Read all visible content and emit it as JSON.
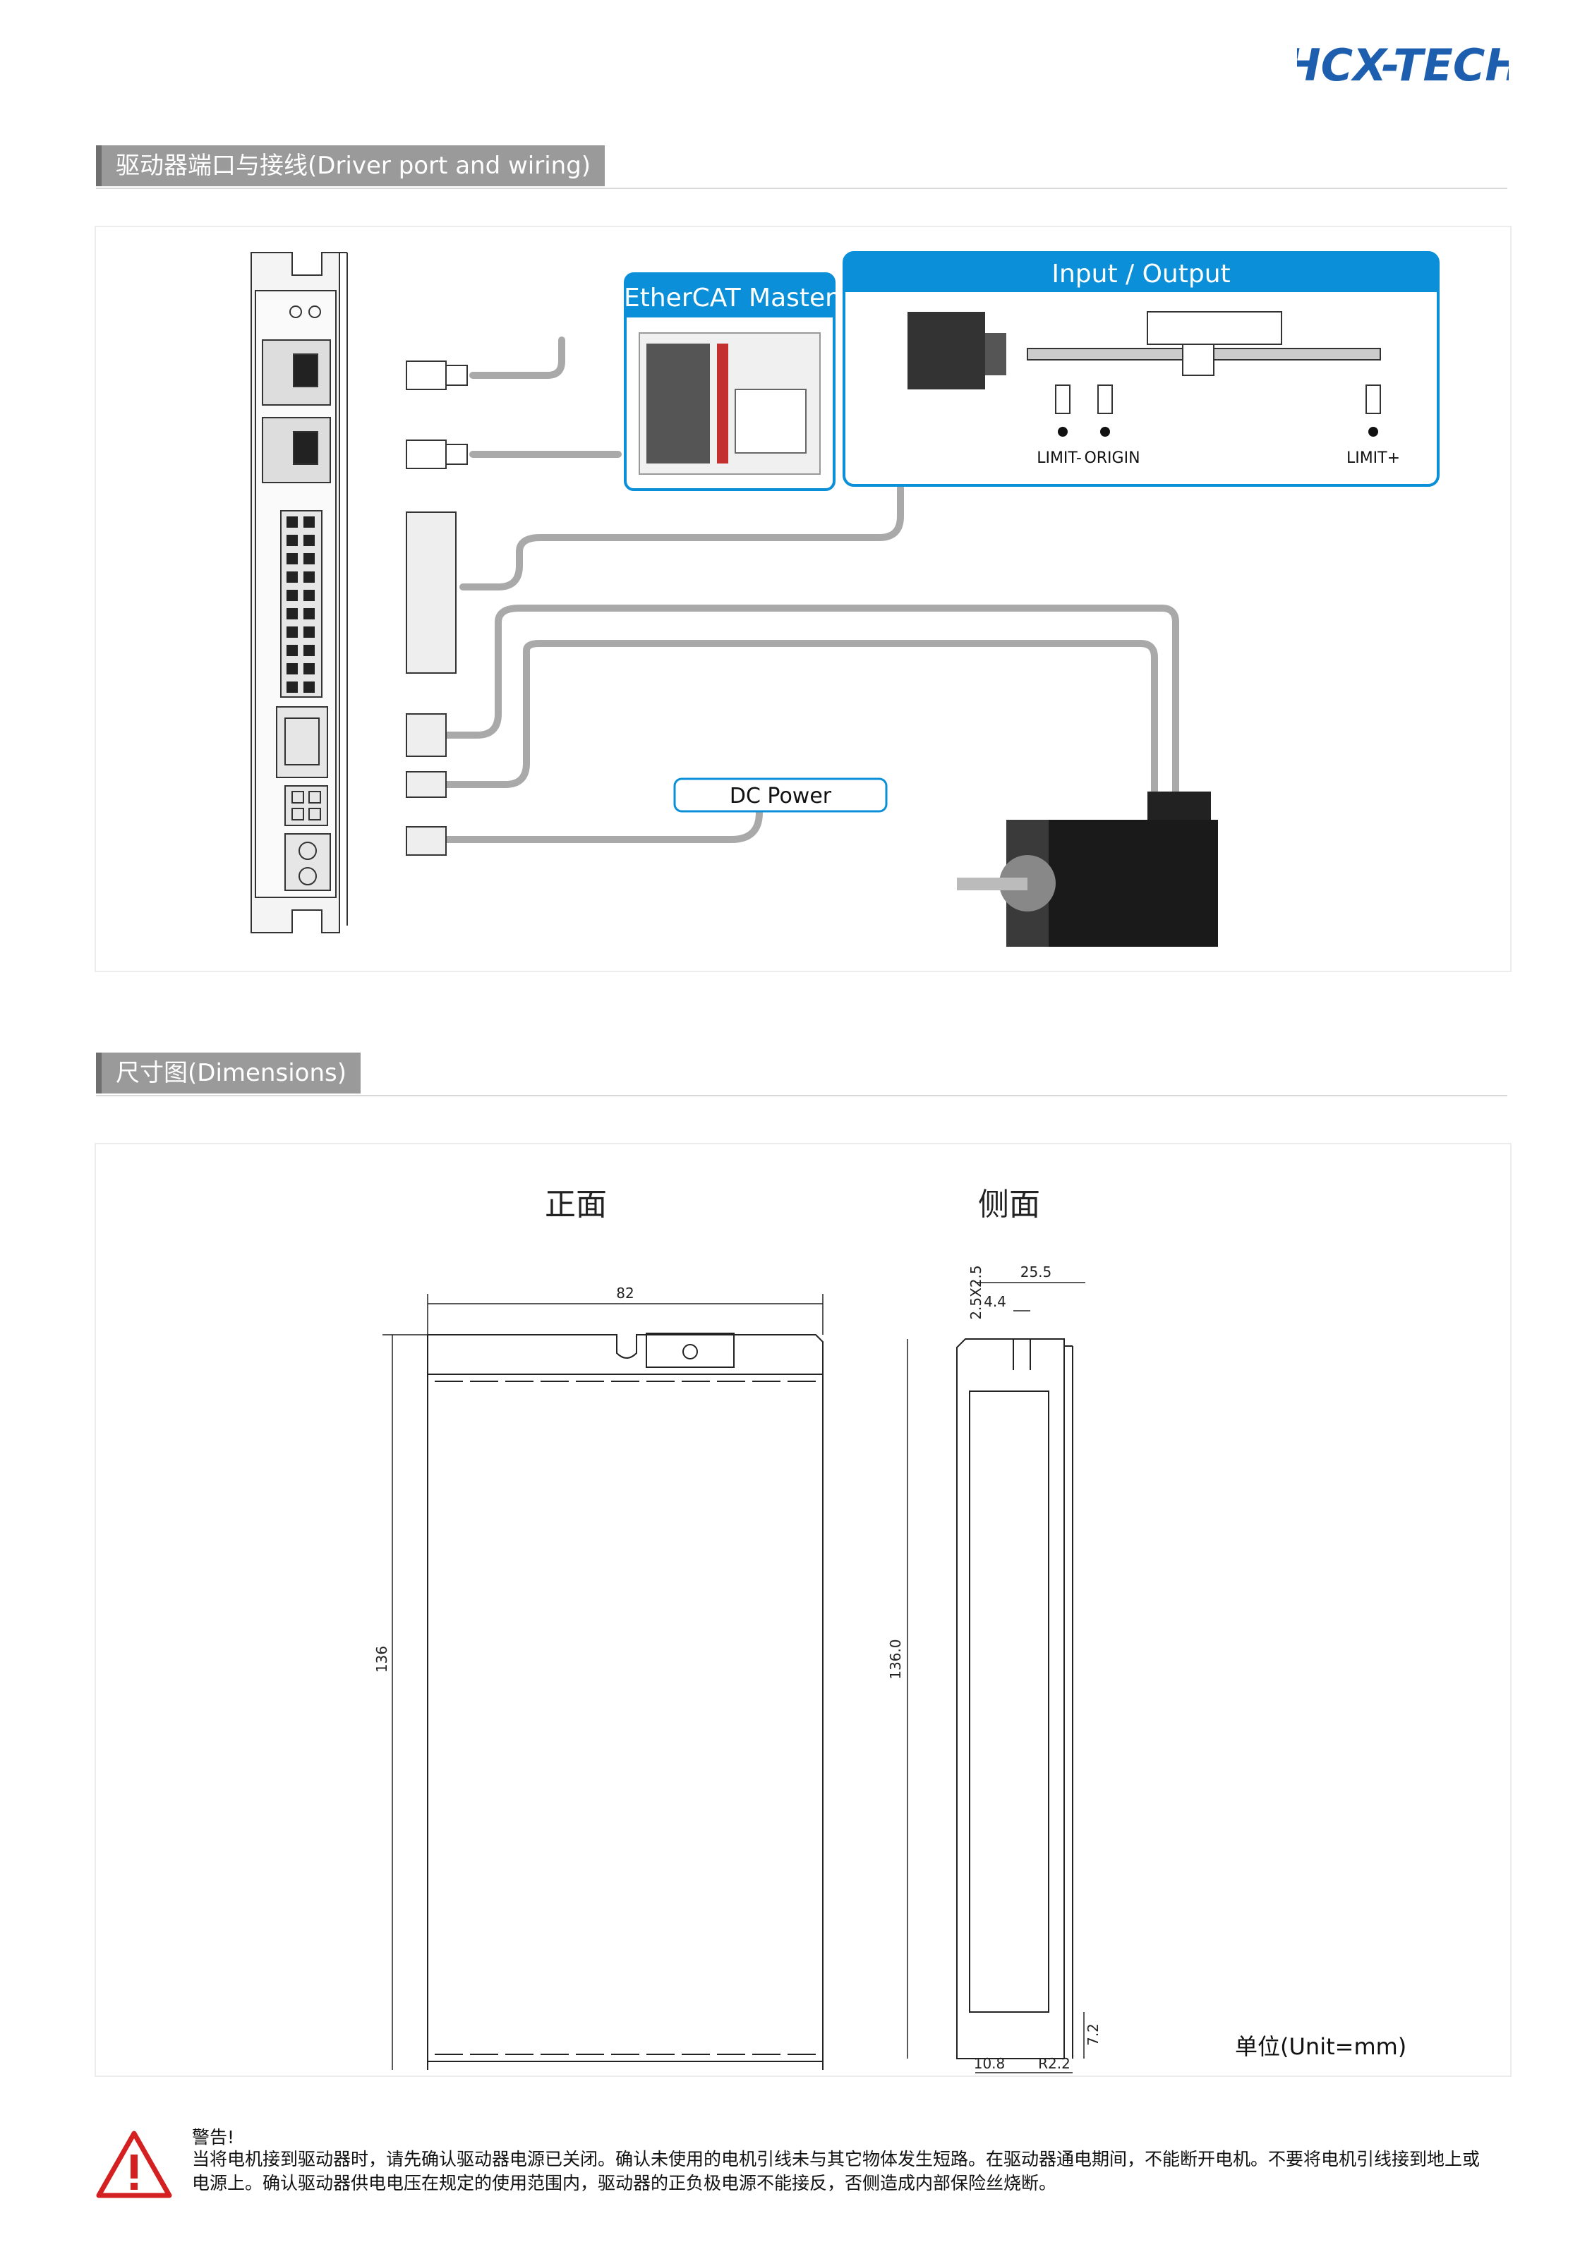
{
  "logo": {
    "text": "HCX-TECH",
    "color": "#1d5fae"
  },
  "sections": {
    "wiring": {
      "title": "驱动器端口与接线(Driver port and wiring)"
    },
    "dimensions": {
      "title": "尺寸图(Dimensions)"
    }
  },
  "wiring": {
    "ethercat_label": "EtherCAT Master",
    "io_label": "Input  /  Output",
    "dc_power_label": "DC  Power",
    "limit_minus": "LIMIT-",
    "origin": "ORIGIN",
    "limit_plus": "LIMIT+",
    "accent_color": "#0a8fd8"
  },
  "dimensions": {
    "front_title": "正面",
    "side_title": "侧面",
    "front_width": "82",
    "front_height": "136",
    "side_chamfer": "2.5X2.5",
    "side_width": "25.5",
    "side_slot": "4.4",
    "side_height": "136.0",
    "side_bottom": "10.8",
    "side_radius": "R2.2",
    "side_offset": "7.2",
    "unit": "单位(Unit=mm)"
  },
  "warning": {
    "title": "警告!",
    "body": "当将电机接到驱动器时，请先确认驱动器电源已关闭。确认未使用的电机引线未与其它物体发生短路。在驱动器通电期间，不能断开电机。不要将电机引线接到地上或电源上。确认驱动器供电电压在规定的使用范围内，驱动器的正负极电源不能接反，否侧造成内部保险丝烧断。",
    "icon_color": "#d42020"
  }
}
